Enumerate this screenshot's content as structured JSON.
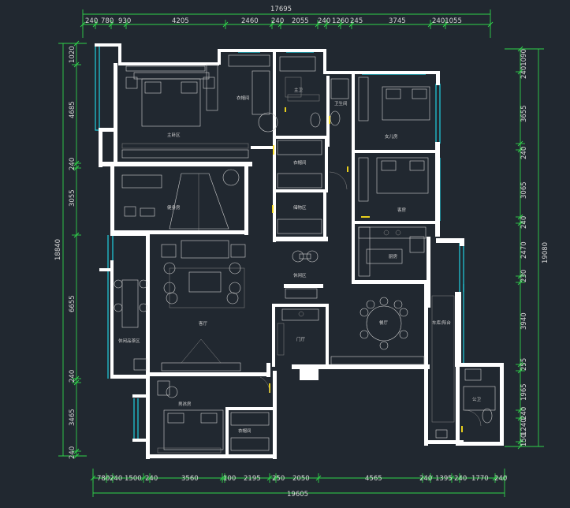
{
  "dims": {
    "top_total": "17695",
    "top_row": [
      "240",
      "780",
      "930",
      "4205",
      "2460",
      "240",
      "2055",
      "240",
      "1260",
      "245",
      "3745",
      "2401055"
    ],
    "bottom_row": [
      "780",
      "240",
      "1500",
      "240",
      "3560",
      "100",
      "2195",
      "250",
      "2050",
      "4565",
      "240",
      "1395",
      "240",
      "1770",
      "240"
    ],
    "bottom_total": "19605",
    "left_total": "18840",
    "left_col": [
      "1020",
      "4685",
      "240",
      "3055",
      "6655",
      "240",
      "3465",
      "240"
    ],
    "right_total": "19080",
    "right_col": [
      "2401090",
      "3655",
      "240",
      "3065",
      "240",
      "2470",
      "230",
      "3940",
      "255",
      "1965",
      "240",
      "1240",
      "150"
    ]
  },
  "rooms": {
    "master_bedroom": "主卧区",
    "walkin_closet_1": "衣帽间",
    "bath_1": "主卫",
    "bath_2": "卫生间",
    "second_bedroom": "女儿房",
    "closet_2": "衣帽间",
    "guest_room": "客房",
    "gym": "健身房",
    "storage": "储物区",
    "living_room": "客厅",
    "leisure": "休闲区",
    "dining": "餐厅",
    "kitchen": "厨房",
    "entry": "门厅",
    "garage": "车库/阳台",
    "guest_bath": "公卫",
    "balcony_lounge": "休闲品茶区",
    "elder_room": "男孩房",
    "closet_3": "衣帽间"
  }
}
